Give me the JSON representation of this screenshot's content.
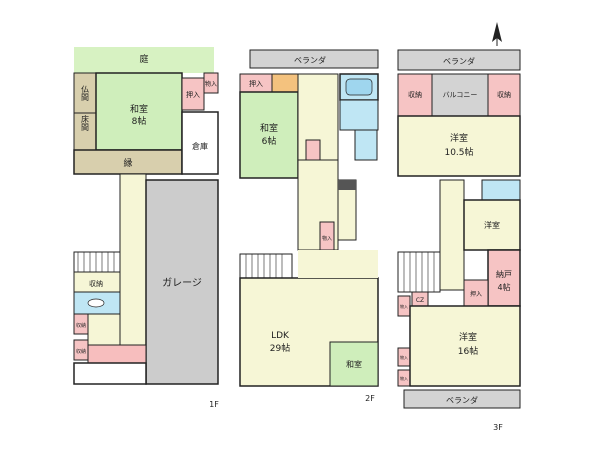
{
  "floor1": {
    "level": "1F",
    "garden": "庭",
    "washitsu_name": "和室",
    "washitsu_size": "8帖",
    "butsuma": "仏間",
    "tokonoma": "床間",
    "en": "縁",
    "oshiire": "押入",
    "mono_ire": "物入",
    "soko": "倉庫",
    "garage": "ガレージ",
    "shuno": "収納",
    "shuno_small_1": "収納",
    "shuno_small_2": "収納"
  },
  "floor2": {
    "level": "2F",
    "veranda": "ベランダ",
    "oshiire": "押入",
    "washitsu_name": "和室",
    "washitsu_size": "6帖",
    "mono_ire": "物入",
    "ldk_name": "LDK",
    "ldk_size": "29帖",
    "washitsu_corner": "和室"
  },
  "floor3": {
    "level": "3F",
    "veranda_top": "ベランダ",
    "veranda_bottom": "ベランダ",
    "shuno_left": "収納",
    "balcony": "バルコニー",
    "shuno_right": "収納",
    "yoshitsu_a_name": "洋室",
    "yoshitsu_a_size": "10.5帖",
    "yoshitsu_b_name": "洋室",
    "nando_name": "納戸",
    "nando_size": "4帖",
    "oshiire": "押入",
    "cz": "CZ",
    "mono_ire_1": "物入",
    "mono_ire_2": "物入",
    "mono_ire_3": "物入",
    "yoshitsu_c_name": "洋室",
    "yoshitsu_c_size": "16帖"
  },
  "colors": {
    "washitsu": "#cfeebb",
    "garden": "#d7f2c2",
    "storage": "#f6c4c4",
    "hall": "#f6f6d6",
    "wood": "#d8cfad",
    "garage": "#cccccc",
    "veranda": "#d3d3d3",
    "bath": "#bfe6f4",
    "genkan": "#f7bebe",
    "wall": "#222222"
  },
  "compass_icon": "north-arrow-icon"
}
